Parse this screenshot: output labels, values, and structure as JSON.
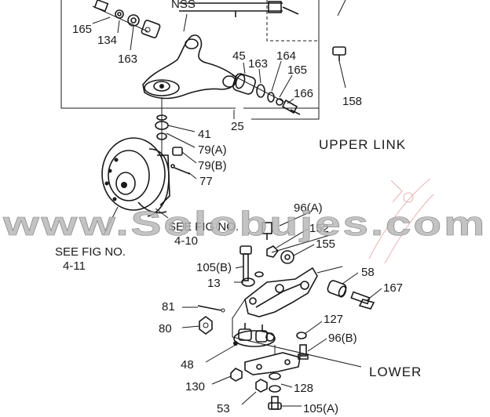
{
  "sections": {
    "upper": "UPPER LINK",
    "lower": "LOWER"
  },
  "refs": {
    "fig_410_line1": "SEE FIG NO.",
    "fig_410_line2": "4-10",
    "fig_411_line1": "SEE FIG NO.",
    "fig_411_line2": "4-11"
  },
  "watermark": "www.Solobujes.com",
  "parts": {
    "nss": "NSS",
    "p165a": "165",
    "p134": "134",
    "p163a": "163",
    "p45": "45",
    "p163b": "163",
    "p164": "164",
    "p165b": "165",
    "p166": "166",
    "p158": "158",
    "p25": "25",
    "p41": "41",
    "p79a": "79(A)",
    "p79b": "79(B)",
    "p77": "77",
    "p96a": "96(A)",
    "p152": "152",
    "p155": "155",
    "p105b": "105(B)",
    "p13": "13",
    "p58": "58",
    "p167": "167",
    "p81": "81",
    "p80": "80",
    "p127": "127",
    "p96b": "96(B)",
    "p48": "48",
    "p130": "130",
    "p128": "128",
    "p53": "53",
    "p105a": "105(A)"
  }
}
